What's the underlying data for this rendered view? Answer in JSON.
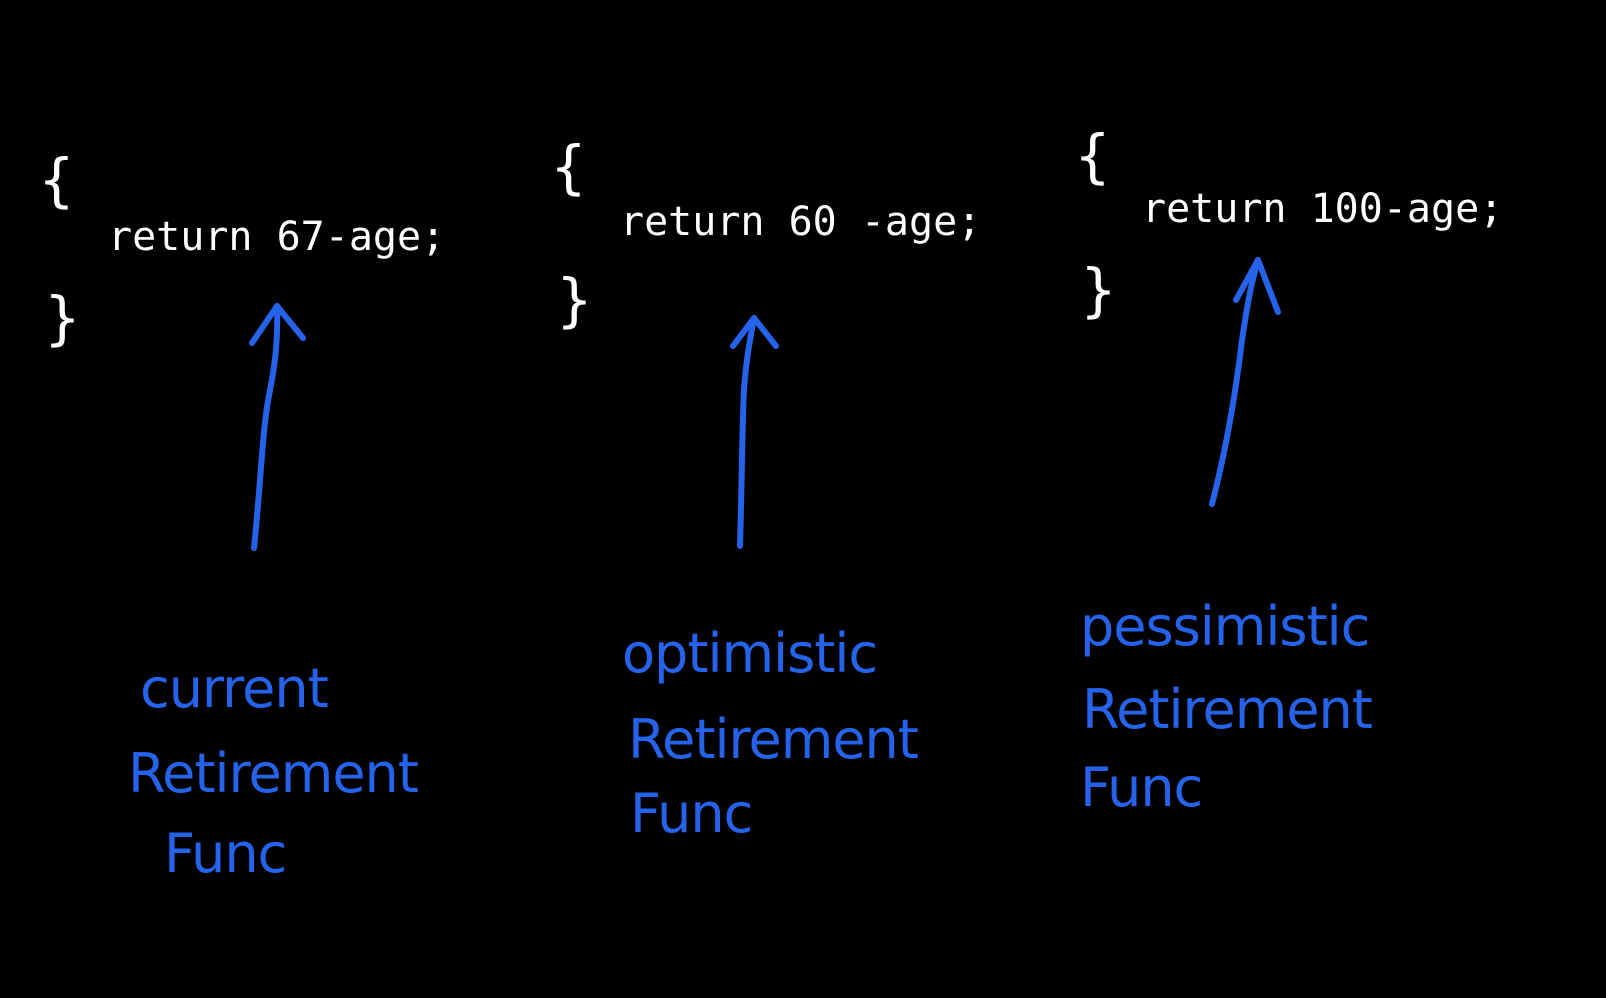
{
  "colors": {
    "background": "#000000",
    "code": "#ffffff",
    "annotation": "#2563eb"
  },
  "panels": [
    {
      "open_brace": "{",
      "code": "return 67-age;",
      "close_brace": "}",
      "label_lines": [
        "current",
        "Retirement",
        "Func"
      ]
    },
    {
      "open_brace": "{",
      "code": "return 60 -age;",
      "close_brace": "}",
      "label_lines": [
        "optimistic",
        "Retirement",
        "Func"
      ]
    },
    {
      "open_brace": "{",
      "code": "return 100-age;",
      "close_brace": "}",
      "label_lines": [
        "pessimistic",
        "Retirement",
        "Func"
      ]
    }
  ]
}
